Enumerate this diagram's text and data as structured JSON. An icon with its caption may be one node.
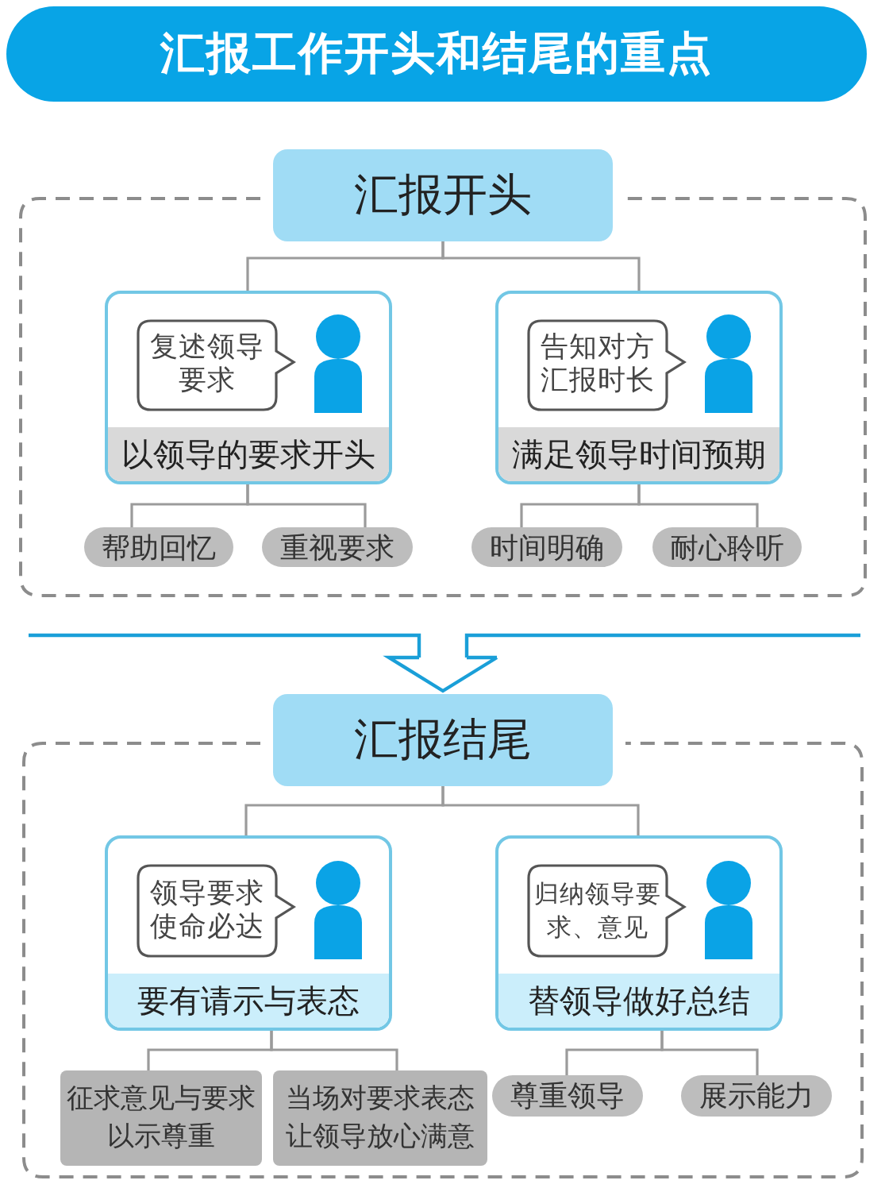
{
  "diagram": {
    "title": "汇报工作开头和结尾的重点",
    "nodes": [
      {
        "text": [
          "汇报开头"
        ]
      },
      {
        "text": [],
        "shape": "box"
      },
      {
        "text": [
          "以领导的要求开头"
        ],
        "in": 1
      },
      {
        "text": [
          "复述领导要求"
        ],
        "in": 2
      },
      {
        "text": [
          "满足领导时间预期"
        ],
        "in": 1
      },
      {
        "text": [
          "告知对方汇报时长"
        ],
        "in": 4
      },
      {
        "text": [
          "帮助回忆"
        ],
        "in": 1
      },
      {
        "text": [
          "重视要求"
        ],
        "in": 1
      },
      {
        "text": [
          "时间明确"
        ],
        "in": 1
      },
      {
        "text": [
          "耐心聆听"
        ],
        "in": 1
      },
      {
        "text": [
          "汇报结尾"
        ]
      },
      {
        "text": [],
        "shape": "box"
      },
      {
        "text": [
          "要有请示与表态"
        ],
        "in": 11
      },
      {
        "text": [
          "领导要求使命必达"
        ],
        "in": 12
      },
      {
        "text": [
          "替领导做好总结"
        ],
        "in": 11
      },
      {
        "text": [
          "归纳领导要求、意见"
        ],
        "in": 14
      },
      {
        "text": [
          "征求意见与要求以示尊重"
        ],
        "in": 11
      },
      {
        "text": [
          "当场对要求表态让领导放心满意"
        ],
        "in": 11
      },
      {
        "text": [
          "尊重领导"
        ],
        "in": 11
      },
      {
        "text": [
          "展示能力"
        ],
        "in": 11
      }
    ],
    "edges": [
      {
        "from": 0,
        "to": 2,
        "arrow": "none"
      },
      {
        "from": 0,
        "to": 4,
        "arrow": "none"
      },
      {
        "from": 2,
        "to": 6,
        "arrow": "none"
      },
      {
        "from": 2,
        "to": 7,
        "arrow": "none"
      },
      {
        "from": 4,
        "to": 8,
        "arrow": "none"
      },
      {
        "from": 4,
        "to": 9,
        "arrow": "none"
      },
      {
        "from": null,
        "to": 10,
        "arrow": "to",
        "color": "#1a9fd8"
      },
      {
        "from": 10,
        "to": 12,
        "arrow": "none"
      },
      {
        "from": 10,
        "to": 14,
        "arrow": "none"
      },
      {
        "from": 12,
        "to": 16,
        "arrow": "none"
      },
      {
        "from": 12,
        "to": 17,
        "arrow": "none"
      },
      {
        "from": 14,
        "to": 18,
        "arrow": "none"
      },
      {
        "from": 14,
        "to": 19,
        "arrow": "none"
      }
    ]
  }
}
